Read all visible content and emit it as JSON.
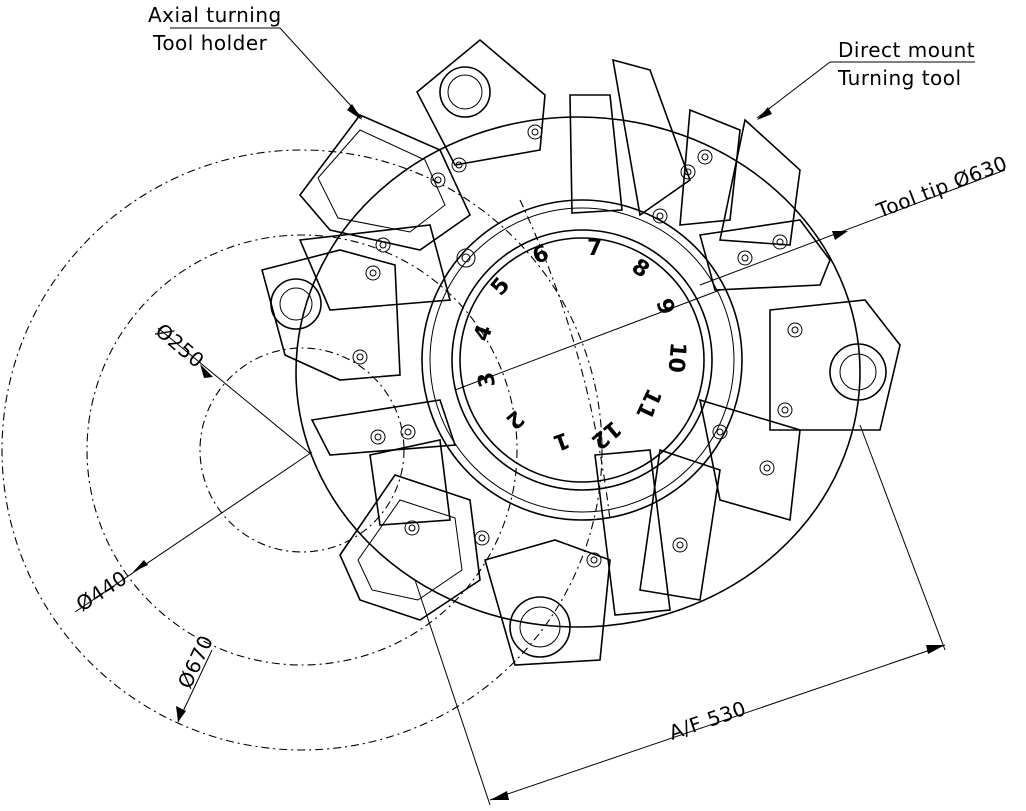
{
  "callouts": {
    "axial_line1": "Axial turning",
    "axial_line2": "Tool holder",
    "direct_line1": "Direct mount",
    "direct_line2": "Turning tool"
  },
  "dimensions": {
    "tool_tip": "Tool tip Ø630",
    "d250": "Ø250",
    "d440": "Ø440",
    "d670": "Ø670",
    "af": "A/F 530"
  },
  "stations": [
    "1",
    "2",
    "3",
    "4",
    "5",
    "6",
    "7",
    "8",
    "9",
    "10",
    "11",
    "12"
  ]
}
